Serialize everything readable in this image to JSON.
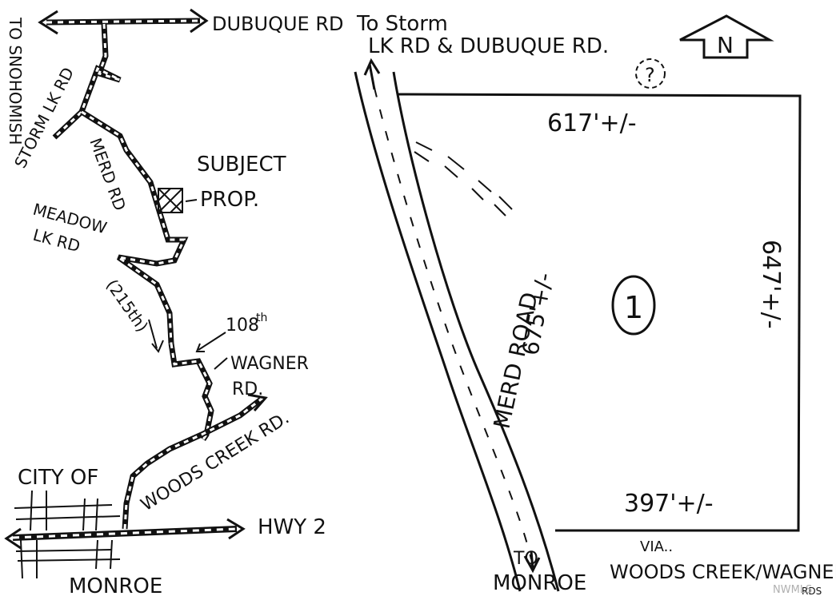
{
  "colors": {
    "ink": "#111111",
    "paper": "#ffffff",
    "watermark": "#b0b0b0"
  },
  "icons": {
    "north_arrow": "north-arrow-icon",
    "parcel_marker": "hatched-square-icon"
  },
  "vicinity_map": {
    "labels": {
      "dubuque": "DUBUQUE RD",
      "snohomish": "TO SNOHOMISH",
      "storm_lk": "STORM LK RD",
      "merd_rd": "MERD RD",
      "subject_1": "SUBJECT",
      "subject_2": "PROP.",
      "meadow_1": "MEADOW",
      "meadow_2": "LK RD",
      "st215": "(215th)",
      "st108_num": "108",
      "st108_sup": "th",
      "wagner_1": "WAGNER",
      "wagner_2": "RD.",
      "woods_creek": "WOODS CREEK RD.",
      "city_of": "CITY OF",
      "monroe": "MONROE",
      "hwy2": "HWY 2"
    }
  },
  "plot_map": {
    "labels": {
      "to_storm": "To Storm",
      "lk_rd_dubuque": "LK RD & DUBUQUE RD.",
      "question": "?",
      "north": "N",
      "dim_top": "617'+/-",
      "dim_right": "647'+/-",
      "dim_bottom": "397'+/-",
      "dim_road": "675'+/-",
      "merd_road": "MERD ROAD",
      "lot_number": "1",
      "to_1": "TO",
      "to_2": "MONROE",
      "via": "VIA..",
      "woods_wagner": "WOODS CREEK/WAGNER",
      "rds": "RDS"
    }
  },
  "watermark": {
    "text": "NWMLS"
  }
}
